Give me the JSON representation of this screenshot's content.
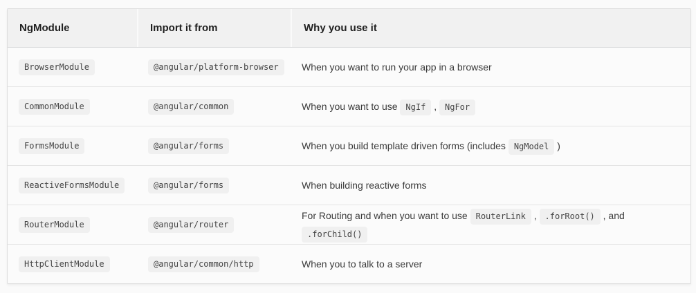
{
  "table": {
    "columns": [
      {
        "label": "NgModule"
      },
      {
        "label": "Import it from"
      },
      {
        "label": "Why you use it"
      }
    ],
    "rows": [
      {
        "module": "BrowserModule",
        "import": "@angular/platform-browser",
        "why": [
          {
            "t": "text",
            "v": "When you want to run your app in a browser"
          }
        ]
      },
      {
        "module": "CommonModule",
        "import": "@angular/common",
        "why": [
          {
            "t": "text",
            "v": "When you want to use "
          },
          {
            "t": "code",
            "v": "NgIf"
          },
          {
            "t": "text",
            "v": " , "
          },
          {
            "t": "code",
            "v": "NgFor"
          }
        ]
      },
      {
        "module": "FormsModule",
        "import": "@angular/forms",
        "why": [
          {
            "t": "text",
            "v": "When you build template driven forms (includes "
          },
          {
            "t": "code",
            "v": "NgModel"
          },
          {
            "t": "text",
            "v": " )"
          }
        ]
      },
      {
        "module": "ReactiveFormsModule",
        "import": "@angular/forms",
        "why": [
          {
            "t": "text",
            "v": "When building reactive forms"
          }
        ]
      },
      {
        "module": "RouterModule",
        "import": "@angular/router",
        "why": [
          {
            "t": "text",
            "v": "For Routing and when you want to use "
          },
          {
            "t": "code",
            "v": "RouterLink"
          },
          {
            "t": "text",
            "v": " , "
          },
          {
            "t": "code",
            "v": ".forRoot()"
          },
          {
            "t": "text",
            "v": " , and "
          },
          {
            "t": "code",
            "v": ".forChild()"
          }
        ]
      },
      {
        "module": "HttpClientModule",
        "import": "@angular/common/http",
        "why": [
          {
            "t": "text",
            "v": "When you to talk to a server"
          }
        ]
      }
    ],
    "colors": {
      "page_bg": "#fafafa",
      "table_bg": "#fbfbfb",
      "header_bg": "#f1f1f1",
      "chip_bg": "#f0f0f0",
      "outer_border": "#dedede",
      "row_divider": "#e4e4e4",
      "header_divider": "#d9dadb",
      "header_text": "#212121",
      "body_text": "#3a3a3a",
      "code_text": "#454545"
    }
  }
}
